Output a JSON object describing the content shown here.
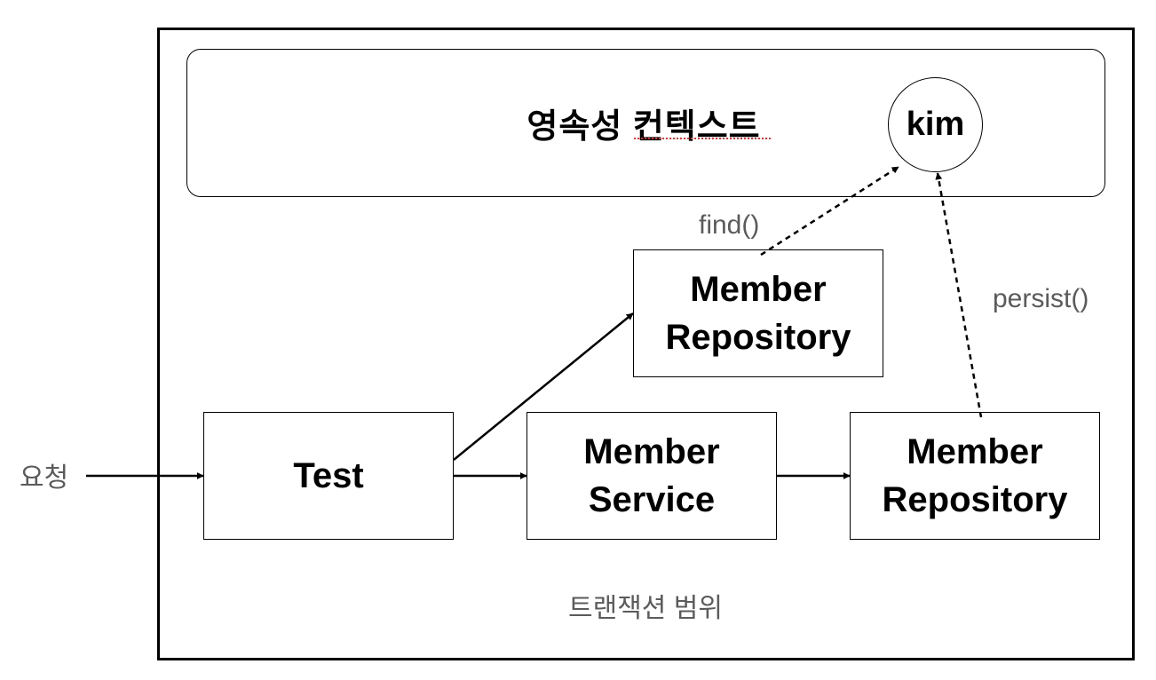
{
  "diagram": {
    "transaction_scope_label": "트랜잭션 범위",
    "persistence_context_label": "영속성 컨텍스트",
    "entity_label": "kim",
    "request_label": "요청",
    "nodes": {
      "test": {
        "line1": "Test"
      },
      "member_service": {
        "line1": "Member",
        "line2": "Service"
      },
      "member_repository_upper": {
        "line1": "Member",
        "line2": "Repository"
      },
      "member_repository_right": {
        "line1": "Member",
        "line2": "Repository"
      }
    },
    "edge_labels": {
      "find": "find()",
      "persist": "persist()"
    }
  }
}
